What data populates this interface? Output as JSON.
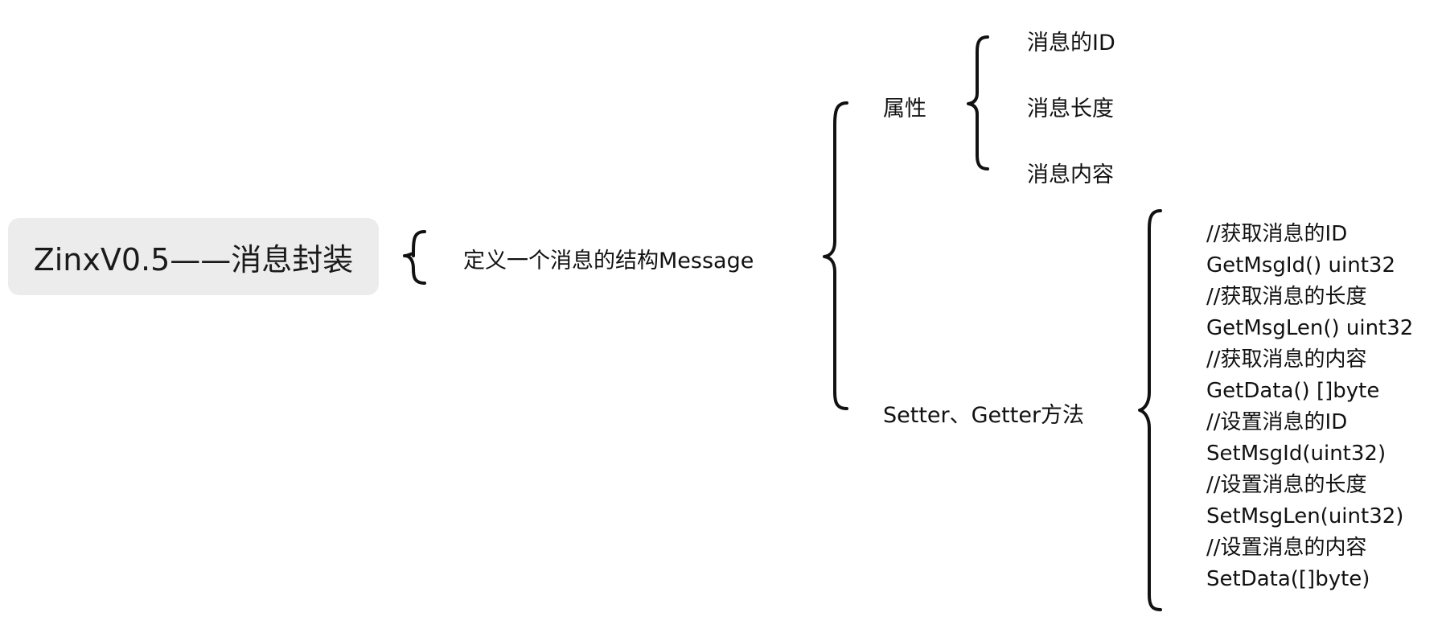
{
  "root": {
    "label": "ZinxV0.5——消息封装"
  },
  "level1": {
    "label": "定义一个消息的结构Message"
  },
  "level2": {
    "properties_label": "属性",
    "methods_label": "Setter、Getter方法"
  },
  "properties": [
    "消息的ID",
    "消息长度",
    "消息内容"
  ],
  "methods": [
    "//获取消息的ID",
    "GetMsgId() uint32",
    "//获取消息的长度",
    "GetMsgLen() uint32",
    "//获取消息的内容",
    "GetData() []byte",
    "//设置消息的ID",
    "SetMsgId(uint32)",
    "//设置消息的长度",
    "SetMsgLen(uint32)",
    "//设置消息的内容",
    "SetData([]byte)"
  ]
}
